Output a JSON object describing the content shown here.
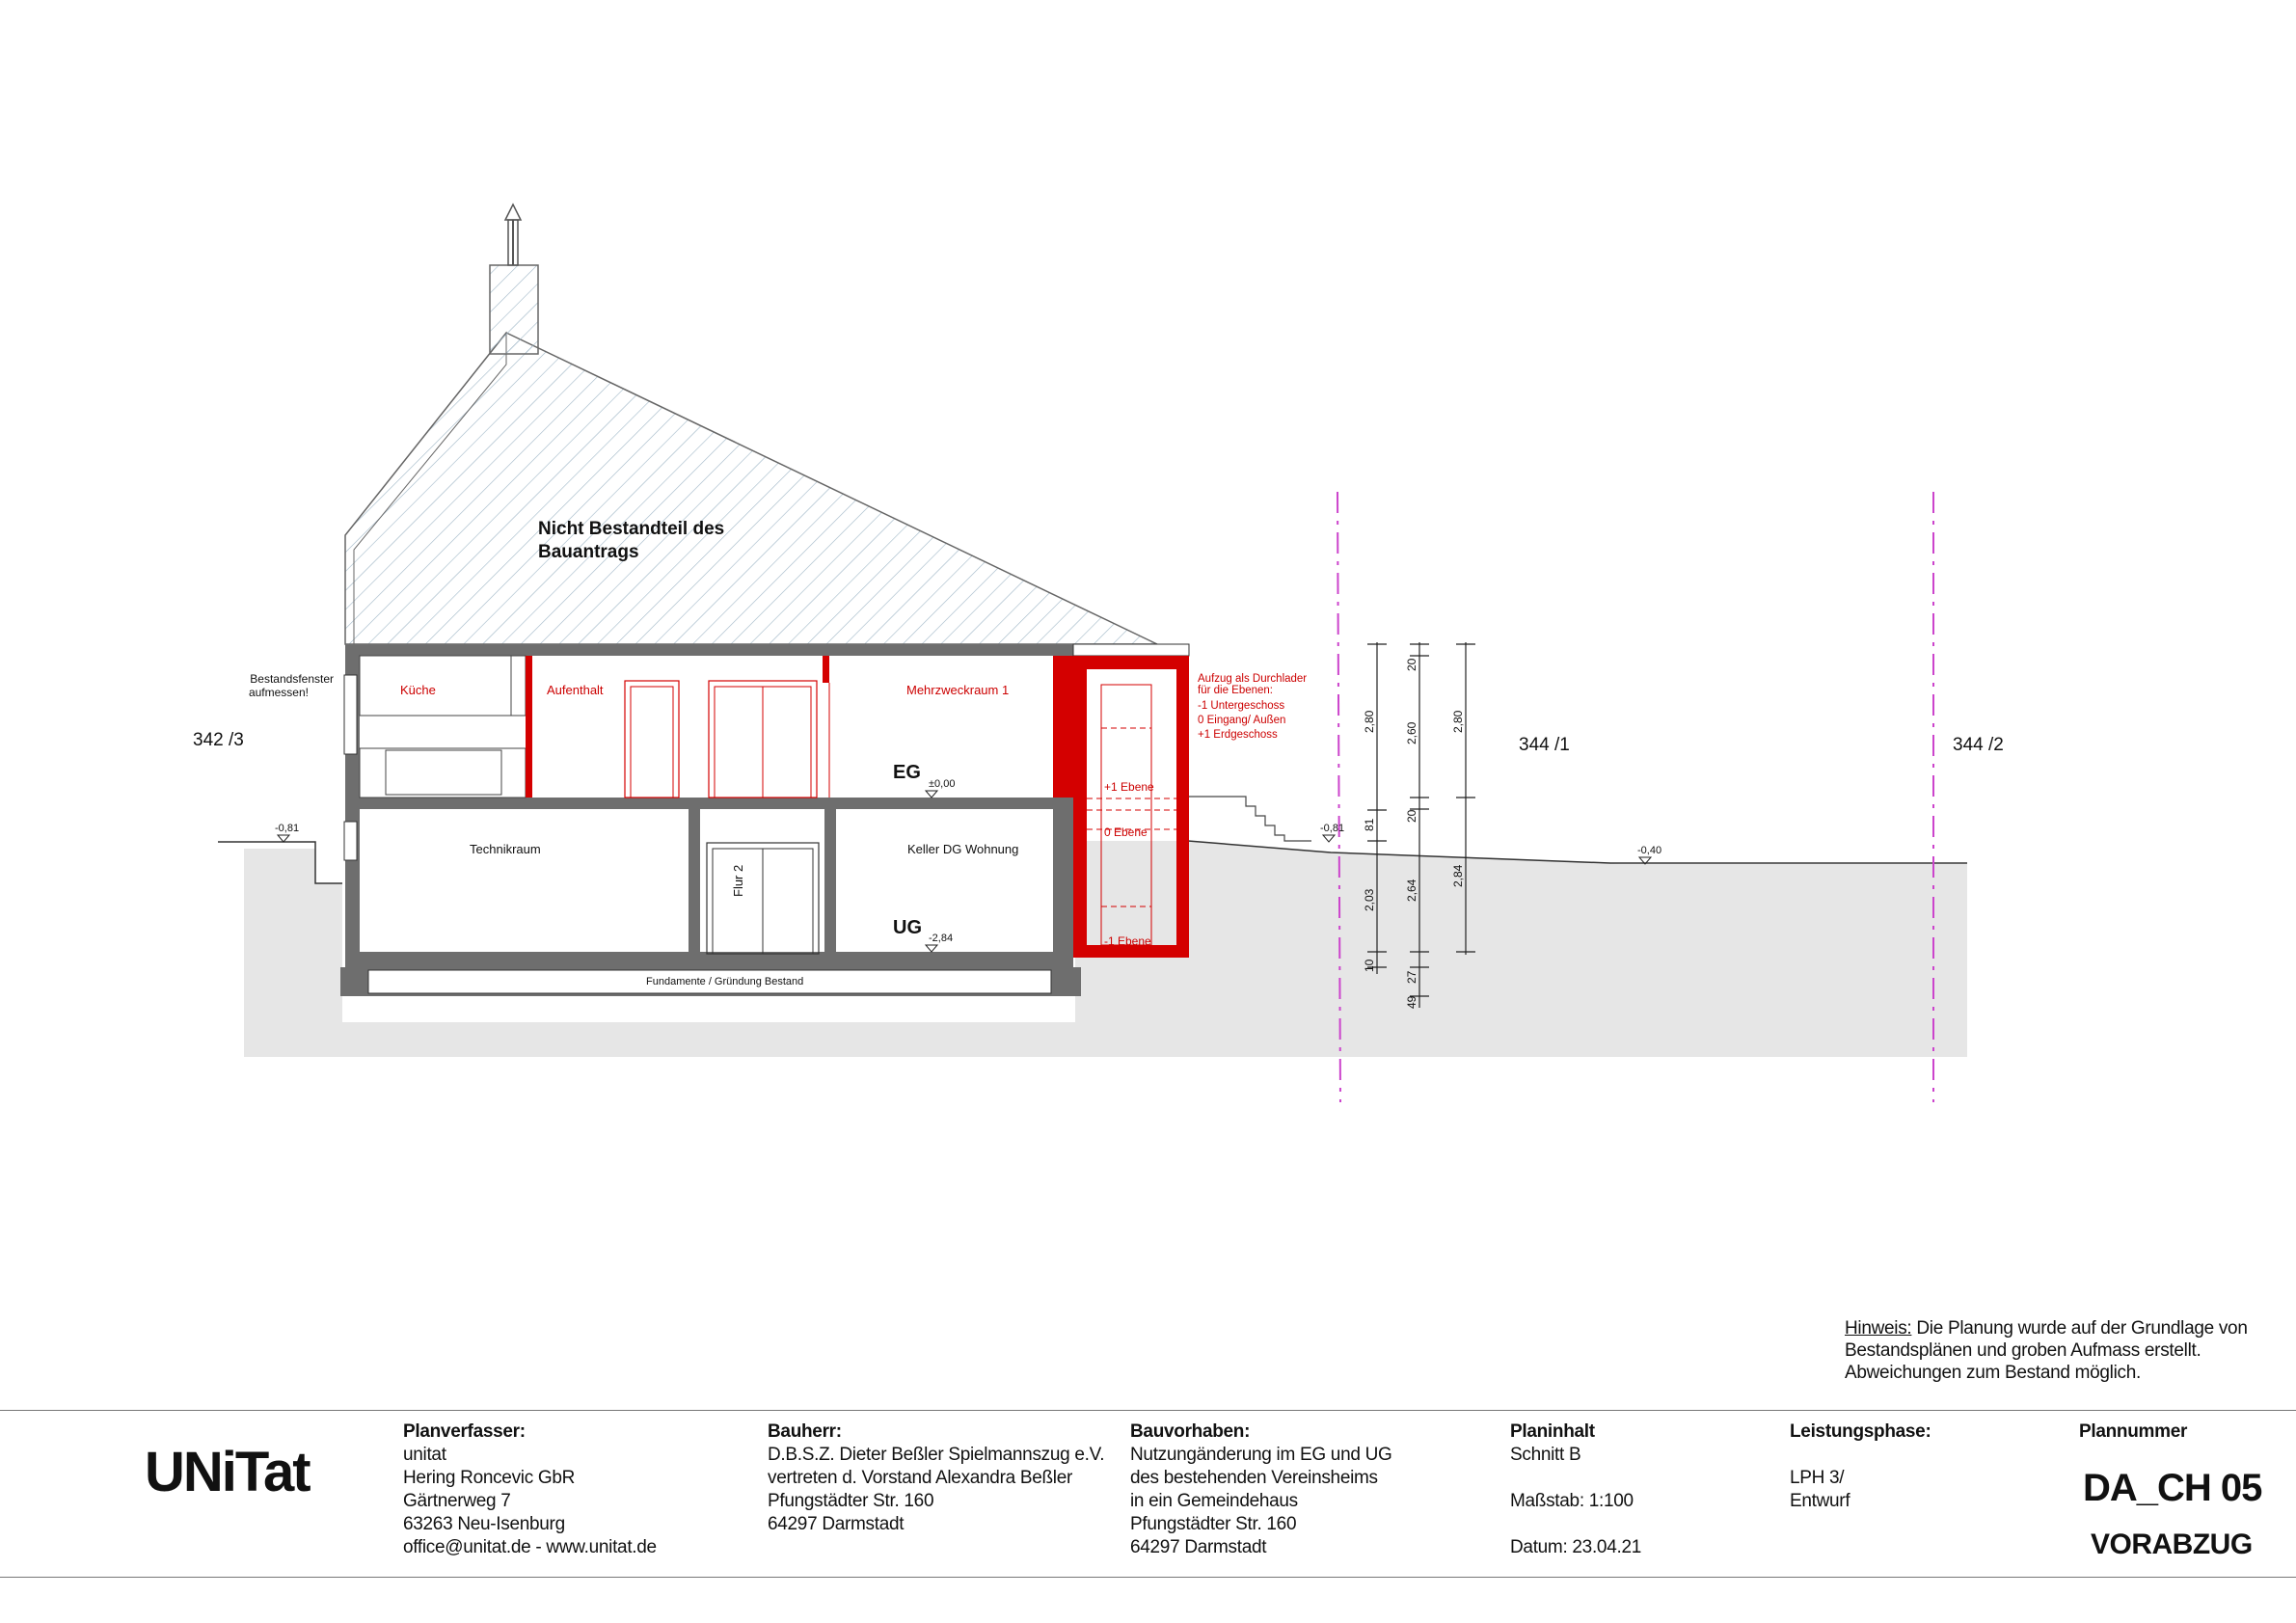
{
  "drawing": {
    "roof_note": [
      "Nicht Bestandteil des",
      "Bauantrags"
    ],
    "window_note": [
      "Bestandsfenster",
      "aufmessen!"
    ],
    "lift_note": [
      "Aufzug als Durchlader",
      "für die Ebenen:",
      "-1 Untergeschoss",
      " 0 Eingang/ Außen",
      "+1 Erdgeschoss"
    ],
    "rooms": {
      "kueche": "Küche",
      "aufenthalt": "Aufenthalt",
      "mehrzweckraum": "Mehrzweckraum 1",
      "technikraum": "Technikraum",
      "flur": "Flur 2",
      "keller": "Keller DG Wohnung"
    },
    "floor_labels": {
      "eg": "EG",
      "ug": "UG"
    },
    "levels": {
      "eg_level": "±0,00",
      "ug_level": "-2,84",
      "left_ground": "-0,81",
      "right_ground": "-0,81",
      "far_ground": "-0,40"
    },
    "lift_levels": {
      "plus1": "+1 Ebene",
      "zero": "0 Ebene",
      "minus1": "-1 Ebene"
    },
    "parcels": {
      "left": "342 /3",
      "mid": "344 /1",
      "right": "344 /2"
    },
    "foundation_label": "Fundamente / Gründung Bestand",
    "dimensions": {
      "col1": [
        "2,80",
        "81",
        "2,03",
        "10"
      ],
      "col2": [
        "20",
        "2,60",
        "20",
        "2,64",
        "49",
        "27"
      ],
      "col3": [
        "2,80",
        "2,84"
      ]
    },
    "colors": {
      "new_construction": "#d40000",
      "existing_wall": "#6e6e6e",
      "ground": "#e6e6e6",
      "property_line": "#cc44cc"
    }
  },
  "hint": {
    "label": "Hinweis:",
    "text_first": " Die Planung wurde auf der Grundlage von",
    "line2": "Bestandsplänen und groben Aufmass erstellt.",
    "line3": "Abweichungen zum Bestand möglich."
  },
  "title_block": {
    "logo": "UNiTat",
    "planverfasser": {
      "heading": "Planverfasser:",
      "lines": [
        "unitat",
        "Hering Roncevic GbR",
        "Gärtnerweg 7",
        "63263 Neu-Isenburg",
        "office@unitat.de - www.unitat.de"
      ]
    },
    "bauherr": {
      "heading": "Bauherr:",
      "lines": [
        "D.B.S.Z. Dieter Beßler Spielmannszug e.V.",
        "vertreten d. Vorstand Alexandra Beßler",
        "Pfungstädter Str. 160",
        "64297 Darmstadt"
      ]
    },
    "bauvorhaben": {
      "heading": "Bauvorhaben:",
      "lines": [
        "Nutzungänderung im EG und UG",
        "des bestehenden Vereinsheims",
        "in ein Gemeindehaus",
        "Pfungstädter Str. 160",
        "64297 Darmstadt"
      ]
    },
    "planinhalt": {
      "heading": "Planinhalt",
      "content": "Schnitt B",
      "massstab": "Maßstab: 1:100",
      "datum": "Datum: 23.04.21"
    },
    "leistungsphase": {
      "heading": "Leistungsphase:",
      "lines": [
        "LPH 3/",
        "Entwurf"
      ]
    },
    "plannummer": {
      "heading": "Plannummer",
      "number": "DA_CH 05",
      "status": "VORABZUG"
    }
  }
}
